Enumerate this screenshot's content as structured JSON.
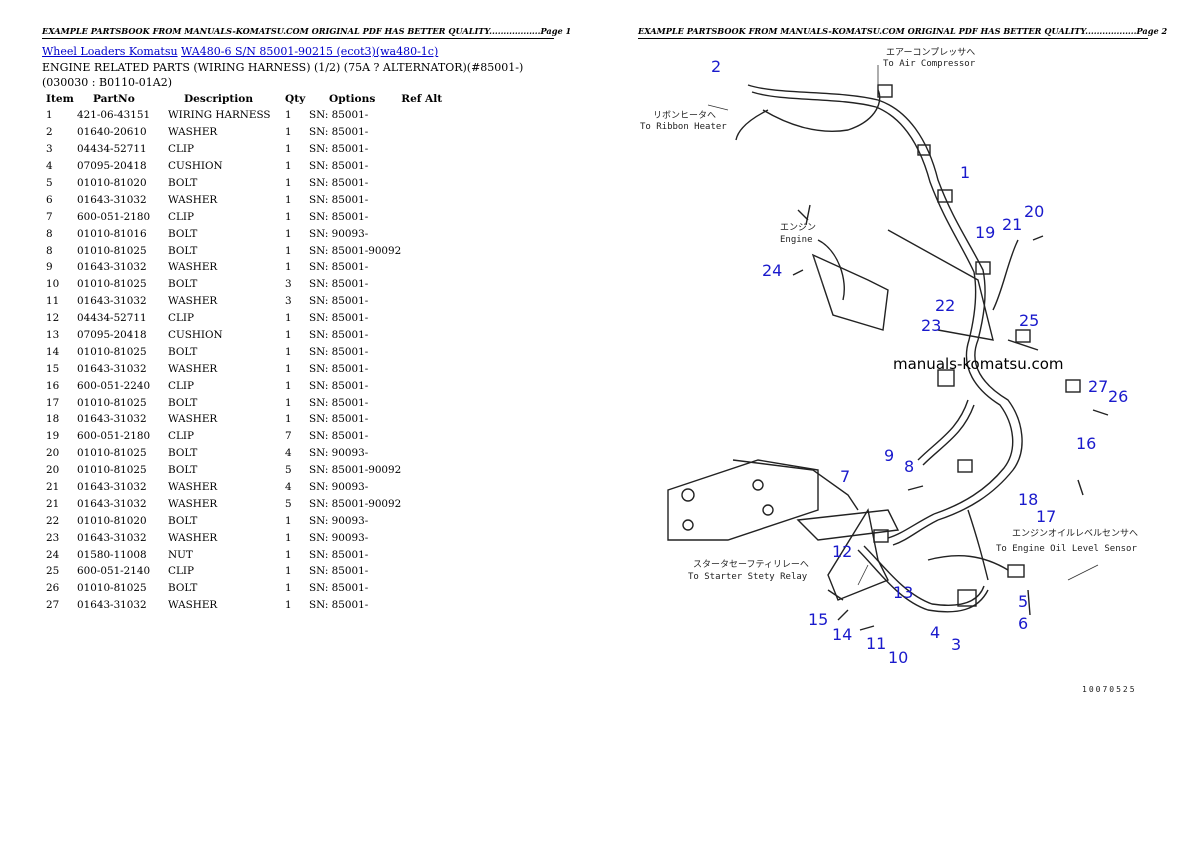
{
  "headers": {
    "page1": "EXAMPLE PARTSBOOK FROM MANUALS-KOMATSU.COM ORIGINAL PDF HAS BETTER QUALITY..................Page 1",
    "page2": "EXAMPLE PARTSBOOK FROM MANUALS-KOMATSU.COM ORIGINAL PDF HAS BETTER QUALITY..................Page 2"
  },
  "breadcrumb": {
    "link1": "Wheel Loaders Komatsu",
    "link2": "WA480-6 S/N 85001-90215 (ecot3)(wa480-1c)"
  },
  "title": "ENGINE RELATED PARTS (WIRING HARNESS) (1/2) (75A ? ALTERNATOR)(#85001-)(030030 : B0110-01A2)",
  "table": {
    "columns": [
      "Item",
      "PartNo",
      "Description",
      "Qty",
      "Options",
      "Ref Alt"
    ],
    "rows": [
      [
        "1",
        "421-06-43151",
        "WIRING HARNESS",
        "1",
        "SN: 85001-",
        ""
      ],
      [
        "2",
        "01640-20610",
        "WASHER",
        "1",
        "SN: 85001-",
        ""
      ],
      [
        "3",
        "04434-52711",
        "CLIP",
        "1",
        "SN: 85001-",
        ""
      ],
      [
        "4",
        "07095-20418",
        "CUSHION",
        "1",
        "SN: 85001-",
        ""
      ],
      [
        "5",
        "01010-81020",
        "BOLT",
        "1",
        "SN: 85001-",
        ""
      ],
      [
        "6",
        "01643-31032",
        "WASHER",
        "1",
        "SN: 85001-",
        ""
      ],
      [
        "7",
        "600-051-2180",
        "CLIP",
        "1",
        "SN: 85001-",
        ""
      ],
      [
        "8",
        "01010-81016",
        "BOLT",
        "1",
        "SN: 90093-",
        ""
      ],
      [
        "8",
        "01010-81025",
        "BOLT",
        "1",
        "SN: 85001-90092",
        ""
      ],
      [
        "9",
        "01643-31032",
        "WASHER",
        "1",
        "SN: 85001-",
        ""
      ],
      [
        "10",
        "01010-81025",
        "BOLT",
        "3",
        "SN: 85001-",
        ""
      ],
      [
        "11",
        "01643-31032",
        "WASHER",
        "3",
        "SN: 85001-",
        ""
      ],
      [
        "12",
        "04434-52711",
        "CLIP",
        "1",
        "SN: 85001-",
        ""
      ],
      [
        "13",
        "07095-20418",
        "CUSHION",
        "1",
        "SN: 85001-",
        ""
      ],
      [
        "14",
        "01010-81025",
        "BOLT",
        "1",
        "SN: 85001-",
        ""
      ],
      [
        "15",
        "01643-31032",
        "WASHER",
        "1",
        "SN: 85001-",
        ""
      ],
      [
        "16",
        "600-051-2240",
        "CLIP",
        "1",
        "SN: 85001-",
        ""
      ],
      [
        "17",
        "01010-81025",
        "BOLT",
        "1",
        "SN: 85001-",
        ""
      ],
      [
        "18",
        "01643-31032",
        "WASHER",
        "1",
        "SN: 85001-",
        ""
      ],
      [
        "19",
        "600-051-2180",
        "CLIP",
        "7",
        "SN: 85001-",
        ""
      ],
      [
        "20",
        "01010-81025",
        "BOLT",
        "4",
        "SN: 90093-",
        ""
      ],
      [
        "20",
        "01010-81025",
        "BOLT",
        "5",
        "SN: 85001-90092",
        ""
      ],
      [
        "21",
        "01643-31032",
        "WASHER",
        "4",
        "SN: 90093-",
        ""
      ],
      [
        "21",
        "01643-31032",
        "WASHER",
        "5",
        "SN: 85001-90092",
        ""
      ],
      [
        "22",
        "01010-81020",
        "BOLT",
        "1",
        "SN: 90093-",
        ""
      ],
      [
        "23",
        "01643-31032",
        "WASHER",
        "1",
        "SN: 90093-",
        ""
      ],
      [
        "24",
        "01580-11008",
        "NUT",
        "1",
        "SN: 85001-",
        ""
      ],
      [
        "25",
        "600-051-2140",
        "CLIP",
        "1",
        "SN: 85001-",
        ""
      ],
      [
        "26",
        "01010-81025",
        "BOLT",
        "1",
        "SN: 85001-",
        ""
      ],
      [
        "27",
        "01643-31032",
        "WASHER",
        "1",
        "SN: 85001-",
        ""
      ]
    ]
  },
  "diagram": {
    "callouts": [
      "1",
      "2",
      "3",
      "4",
      "5",
      "6",
      "7",
      "8",
      "9",
      "10",
      "11",
      "12",
      "13",
      "14",
      "15",
      "16",
      "17",
      "18",
      "19",
      "20",
      "21",
      "22",
      "23",
      "24",
      "25",
      "26",
      "27"
    ],
    "callout_color": "#1a1acc",
    "labels": {
      "air_compressor_jp": "エアーコンプレッサへ",
      "air_compressor_en": "To Air Compressor",
      "ribbon_heater_jp": "リボンヒータへ",
      "ribbon_heater_en": "To Ribbon Heater",
      "engine_jp": "エンジン",
      "engine_en": "Engine",
      "starter_relay_jp": "スタータセーフティリレーへ",
      "starter_relay_en": "To Starter Stety Relay",
      "oil_sensor_jp": "エンジンオイルレベルセンサへ",
      "oil_sensor_en": "To Engine Oil Level Sensor"
    },
    "watermark": "manuals-komatsu.com",
    "figure_id": "10070525"
  }
}
